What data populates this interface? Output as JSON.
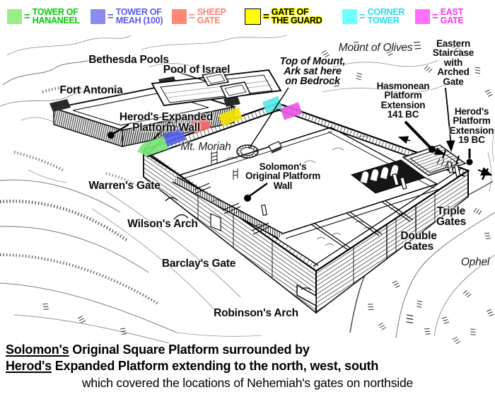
{
  "legend": {
    "equals": "=",
    "items": [
      {
        "id": "tower-of-hananeel",
        "label": "TOWER OF\nHANANEEL",
        "swatch": "#99ee88",
        "text": "#00cc00"
      },
      {
        "id": "tower-of-meah",
        "label": "TOWER OF\nMEAH (100)",
        "swatch": "#8b8bee",
        "text": "#5858ee"
      },
      {
        "id": "sheep-gate",
        "label": "SHEEP\nGATE",
        "swatch": "#ff8878",
        "text": "#ff8070"
      },
      {
        "id": "gate-of-the-guard",
        "label": "GATE OF\nTHE GUARD",
        "swatch": "#ffff00",
        "text": "#000000",
        "highlight": "#ffff00"
      },
      {
        "id": "corner-tower",
        "label": "CORNER\nTOWER",
        "swatch": "#70ffff",
        "text": "#22ddf0"
      },
      {
        "id": "east-gate",
        "label": "EAST\nGATE",
        "swatch": "#ff70ff",
        "text": "#ff30f0"
      }
    ]
  },
  "map": {
    "labels": {
      "bethesda_pools": "Bethesda Pools",
      "pool_of_israel": "Pool of Israel",
      "fort_antonia": "Fort Antonia",
      "mount_of_olives": "Mount of Olives",
      "top_of_mount": "Top of Mount,\nArk sat here\non Bedrock",
      "eastern_staircase": "Eastern\nStaircase\nwith\nArched\nGate",
      "hasmonean_extension": "Hasmonean\nPlatform\nExtension\n141 BC",
      "herods_extension": "Herod's\nPlatform\nExtension\n19 BC",
      "herods_expanded_wall": "Herod's Expanded\nPlatform Wall",
      "mt_moriah": "Mt. Moriah",
      "warrens_gate": "Warren's Gate",
      "wilsons_arch": "Wilson's Arch",
      "barclays_gate": "Barclay's Gate",
      "robinsons_arch": "Robinson's Arch",
      "solomons_wall": "Solomon's\nOriginal Platform\nWall",
      "triple_gates": "Triple\nGates",
      "double_gates": "Double\nGates",
      "ophel": "Ophel"
    },
    "markers": {
      "tower_of_hananeel": "#7be87b",
      "tower_of_meah": "#5560e8",
      "sheep_gate": "#f86868",
      "gate_of_the_guard": "#f5e500",
      "corner_tower": "#58e8e8",
      "east_gate": "#e858e8"
    }
  },
  "caption": {
    "line1_underlined": "Solomon's",
    "line1_rest": " Original Square Platform surrounded by",
    "line2_underlined": "Herod's",
    "line2_rest": " Expanded Platform extending to the north, west, south",
    "line3": "which covered the locations of Nehemiah's gates on northside"
  }
}
